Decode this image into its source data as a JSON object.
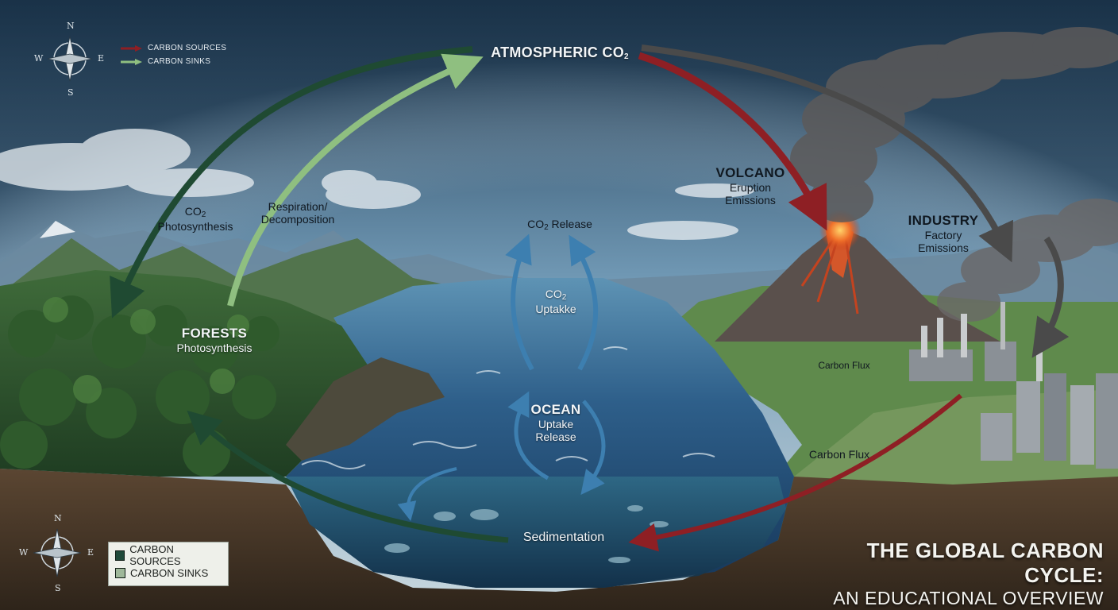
{
  "title": {
    "line1": "THE GLOBAL CARBON CYCLE:",
    "line2": "AN EDUCATIONAL OVERVIEW"
  },
  "legend_top": {
    "sources": "CARBON SOURCES",
    "sinks": "CARBON SINKS"
  },
  "legend_bottom": {
    "sources": "CARBON SOURCES",
    "sinks": "CARBON SINKS"
  },
  "compass": {
    "n": "N",
    "s": "S",
    "e": "E",
    "w": "W"
  },
  "labels": {
    "atmosphere": {
      "prefix": "ATMOSPHERIC CO",
      "sub": "2"
    },
    "co2_photo": {
      "prefix": "CO",
      "sub": "2",
      "line2": "Photosynthesis"
    },
    "respiration": {
      "line1": "Respiration/",
      "line2": "Decomposition"
    },
    "forests": {
      "title": "FORESTS",
      "sub": "Photosynthesis"
    },
    "co2_release": {
      "prefix": "CO",
      "sub": "2",
      "suffix": " Release"
    },
    "co2_uptake": {
      "prefix": "CO",
      "sub": "2",
      "line2": "Uptakke"
    },
    "ocean": {
      "title": "OCEAN",
      "line1": "Uptake",
      "line2": "Release"
    },
    "volcano": {
      "title": "VOLCANO",
      "line1": "Eruption",
      "line2": "Emissions"
    },
    "industry": {
      "title": "INDUSTRY",
      "line1": "Factory",
      "line2": "Emissions"
    },
    "carbon_flux_1": "Carbon Flux",
    "carbon_flux_2": "Carbon Flux",
    "sedimentation": "Sedimentation"
  },
  "colors": {
    "source_arrow": "#8e1f24",
    "sink_dark": "#1f4a32",
    "sink_light": "#8fbf80",
    "ocean_arrow": "#3d7fb0",
    "industry_arrow": "#4a4a4a",
    "legend_source_swatch": "#1f4a3a",
    "legend_sink_swatch": "#9fb89a"
  }
}
